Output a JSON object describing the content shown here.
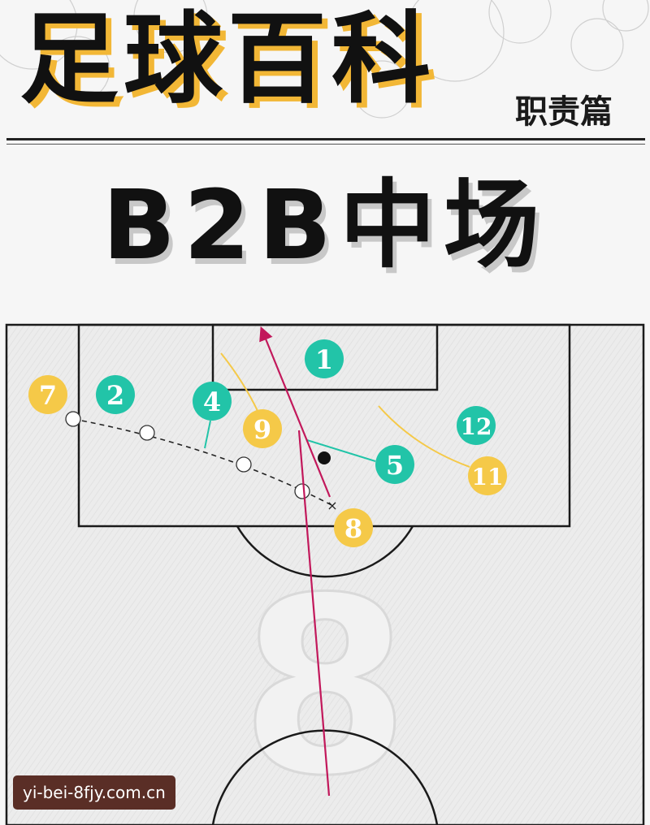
{
  "header": {
    "title": "足球百科",
    "subtitle": "职责篇"
  },
  "section": {
    "title": "B2B中场"
  },
  "diagram": {
    "accent_teal": "#22c4a8",
    "accent_yellow": "#f5c948",
    "run_line_color": "#c2185b",
    "background_number": "8",
    "players_teal": [
      {
        "number": "1"
      },
      {
        "number": "2"
      },
      {
        "number": "4"
      },
      {
        "number": "5"
      },
      {
        "number": "12"
      }
    ],
    "players_yellow": [
      {
        "number": "7"
      },
      {
        "number": "9"
      },
      {
        "number": "11"
      },
      {
        "number": "8"
      }
    ]
  },
  "watermark": {
    "text": "yi-bei-8fjy.com.cn"
  }
}
